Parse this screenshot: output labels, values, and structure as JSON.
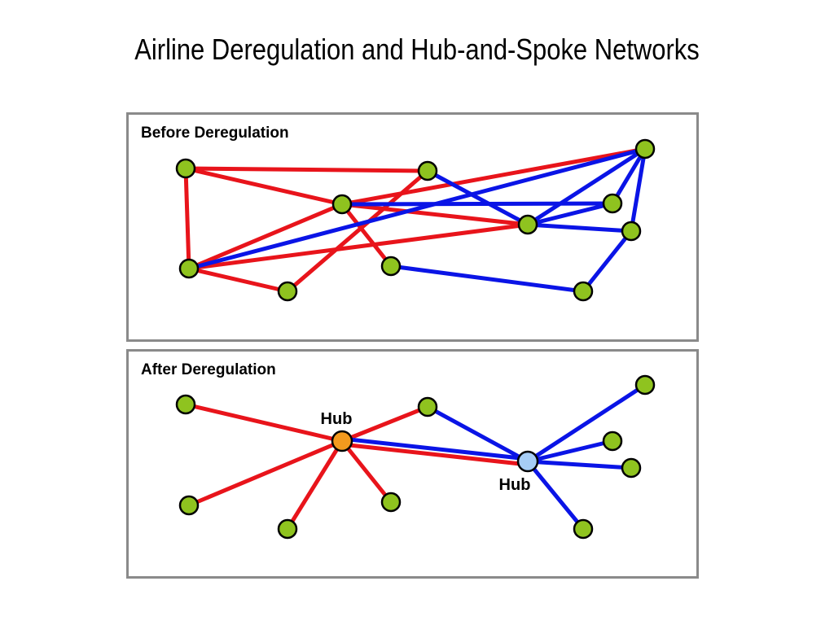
{
  "title": "Airline Deregulation and Hub-and-Spoke Networks",
  "colors": {
    "red_route": "#e8141b",
    "blue_route": "#0a14e6",
    "city_node": "#8fc31f",
    "hub_orange": "#f39a1e",
    "hub_blue": "#a6cdf5",
    "panel_border": "#8a8a8a"
  },
  "panels": {
    "before": {
      "label": "Before Deregulation"
    },
    "after": {
      "label": "After Deregulation",
      "hubs": [
        {
          "label": "Hub",
          "color": "orange"
        },
        {
          "label": "Hub",
          "color": "blue"
        }
      ]
    }
  }
}
